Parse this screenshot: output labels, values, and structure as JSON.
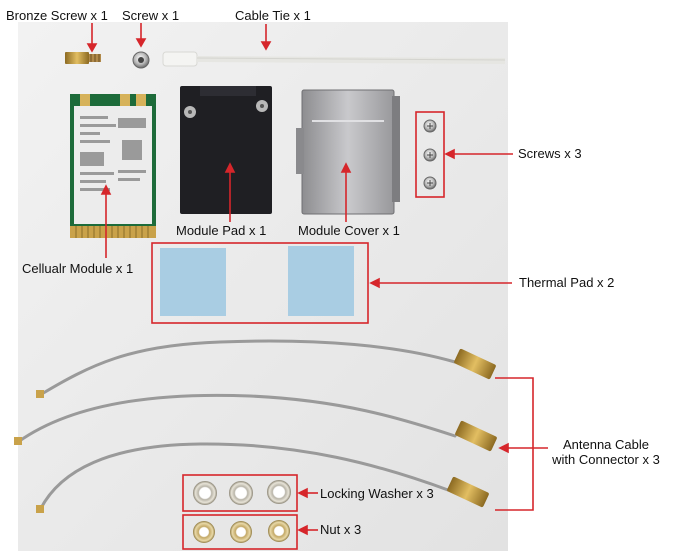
{
  "labels": {
    "bronze_screw": "Bronze Screw x 1",
    "screw": "Screw x 1",
    "cable_tie": "Cable Tie x 1",
    "screws": "Screws x 3",
    "module_pad": "Module Pad x 1",
    "module_cover": "Module Cover x 1",
    "cellular_module": "Cellualr Module x 1",
    "thermal_pad": "Thermal Pad x 2",
    "antenna_cable_line1": "Antenna Cable",
    "antenna_cable_line2": "with Connector x 3",
    "locking_washer": "Locking Washer x 3",
    "nut": "Nut x 3"
  },
  "colors": {
    "callout": "#d6262b",
    "background": "#ffffff",
    "photo_backdrop": "#ececec",
    "module_pad": "#1f1f23",
    "module_cover": "#a8a8ab",
    "thermal_pad": "#a9cde3",
    "brass": "#c99a3a",
    "cable": "#9a9a9a"
  }
}
